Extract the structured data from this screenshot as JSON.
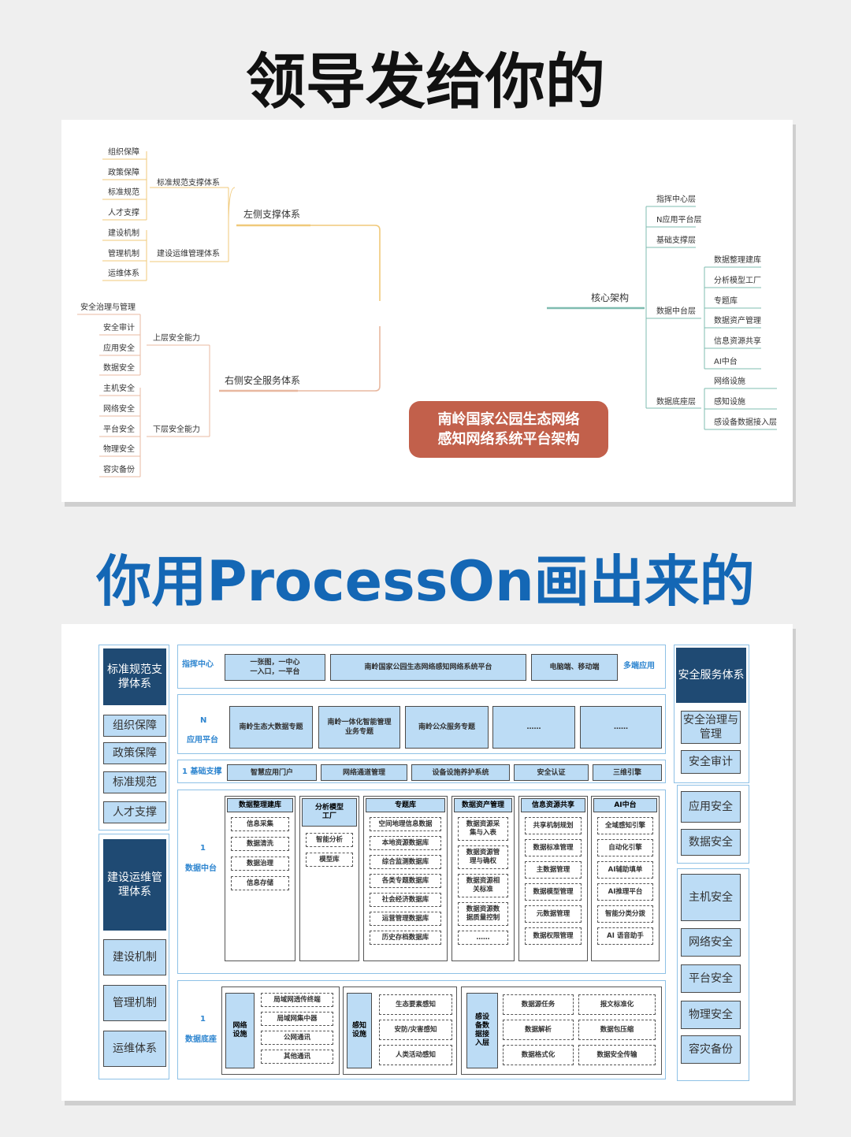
{
  "headings": {
    "top": "领导发给你的",
    "bottom": "你用ProcessOn画出来的"
  },
  "mindmap": {
    "center": {
      "line1": "南岭国家公园生态网络",
      "line2": "感知网络系统平台架构"
    },
    "left_support": {
      "label": "左侧支撑体系",
      "standards": {
        "label": "标准规范支撑体系",
        "items": [
          "组织保障",
          "政策保障",
          "标准规范",
          "人才支撑"
        ]
      },
      "operations": {
        "label": "建设运维管理体系",
        "items": [
          "建设机制",
          "管理机制",
          "运维体系"
        ]
      }
    },
    "right_security": {
      "label": "右侧安全服务体系",
      "upper": {
        "label": "上层安全能力",
        "items": [
          "安全治理与管理",
          "安全审计",
          "应用安全",
          "数据安全"
        ]
      },
      "lower": {
        "label": "下层安全能力",
        "items": [
          "主机安全",
          "网络安全",
          "平台安全",
          "物理安全",
          "容灾备份"
        ]
      }
    },
    "core": {
      "label": "核心架构",
      "top_items": [
        "指挥中心层",
        "N应用平台层",
        "基础支撑层"
      ],
      "data_middle": {
        "label": "数据中台层",
        "items": [
          "数据整理建库",
          "分析模型工厂",
          "专题库",
          "数据资产管理",
          "信息资源共享",
          "AI中台"
        ]
      },
      "data_base": {
        "label": "数据底座层",
        "items": [
          "网络设施",
          "感知设施",
          "感设备数据接入层"
        ]
      }
    },
    "colors": {
      "center": "#c2604b",
      "left_line": "#f0c97a",
      "right_line": "#e8b8a0",
      "core_line": "#7fbcb0"
    }
  },
  "arch": {
    "left": {
      "top_title": "标准规范支撑体系",
      "top_items": [
        "组织保障",
        "政策保障",
        "标准规范",
        "人才支撑"
      ],
      "bottom_title": "建设运维管理体系",
      "bottom_items": [
        "建设机制",
        "管理机制",
        "运维体系"
      ]
    },
    "right": {
      "title": "安全服务体系",
      "group1": [
        "安全治理与管理",
        "安全审计"
      ],
      "group2": [
        "应用安全",
        "数据安全"
      ],
      "group3": [
        "主机安全",
        "网络安全",
        "平台安全",
        "物理安全",
        "容灾备份"
      ]
    },
    "command": {
      "label": "指挥中心",
      "box1": "一张图，一中心\n一入口，一平台",
      "box2": "南岭国家公园生态网络感知网络系统平台",
      "box3": "电脑端、移动端",
      "tail": "多端应用"
    },
    "napp": {
      "label1": "N",
      "label2": "应用平台",
      "boxes": [
        "南岭生态大数据专题",
        "南岭一体化智能管理\n业务专题",
        "南岭公众服务专题",
        "……",
        "……"
      ]
    },
    "base_support": {
      "label": "1 基础支撑",
      "boxes": [
        "智慧应用门户",
        "网络通道管理",
        "设备设施养护系统",
        "安全认证",
        "三维引擎"
      ]
    },
    "data_middle": {
      "label1": "1",
      "label2": "数据中台",
      "columns": [
        {
          "title": "数据整理建库",
          "items": [
            "信息采集",
            "数据清洗",
            "数据治理",
            "信息存储"
          ]
        },
        {
          "title": "分析模型\n工厂",
          "items": [
            "智能分析",
            "模型库"
          ]
        },
        {
          "title": "专题库",
          "items": [
            "空间地理信息数据",
            "本地资源数据库",
            "综合监测数据库",
            "各类专题数据库",
            "社会经济数据库",
            "运营管理数据库",
            "历史存档数据库"
          ]
        },
        {
          "title": "数据资产管理",
          "items": [
            "数据资源采\n集与入表",
            "数据资源管\n理与确权",
            "数据资源相\n关标准",
            "数据资源数\n据质量控制",
            "……"
          ]
        },
        {
          "title": "信息资源共享",
          "items": [
            "共享机制规划",
            "数据标准管理",
            "主数据管理",
            "数据模型管理",
            "元数据管理",
            "数据权限管理"
          ]
        },
        {
          "title": "AI中台",
          "items": [
            "全域感知引擎",
            "自动化引擎",
            "AI辅助填单",
            "AI推理平台",
            "智能分类分拨",
            "AI 语音助手"
          ]
        }
      ]
    },
    "data_base": {
      "label1": "1",
      "label2": "数据底座",
      "network": {
        "title": "网络\n设施",
        "items": [
          "局域网透传终端",
          "局域网集中器",
          "公网通讯",
          "其他通讯"
        ]
      },
      "sensing": {
        "title": "感知\n设施",
        "items": [
          "生态要素感知",
          "安防/灾害感知",
          "人类活动感知"
        ]
      },
      "access": {
        "title": "感设\n备数\n据接\n入层",
        "items": [
          "数据源任务",
          "报文标准化",
          "数据解析",
          "数据包压缩",
          "数据格式化",
          "数据安全传输"
        ]
      }
    },
    "colors": {
      "dark": "#1f4a73",
      "light": "#bcdcf5",
      "accent": "#2f86d0",
      "border": "#8ec1e6"
    }
  }
}
